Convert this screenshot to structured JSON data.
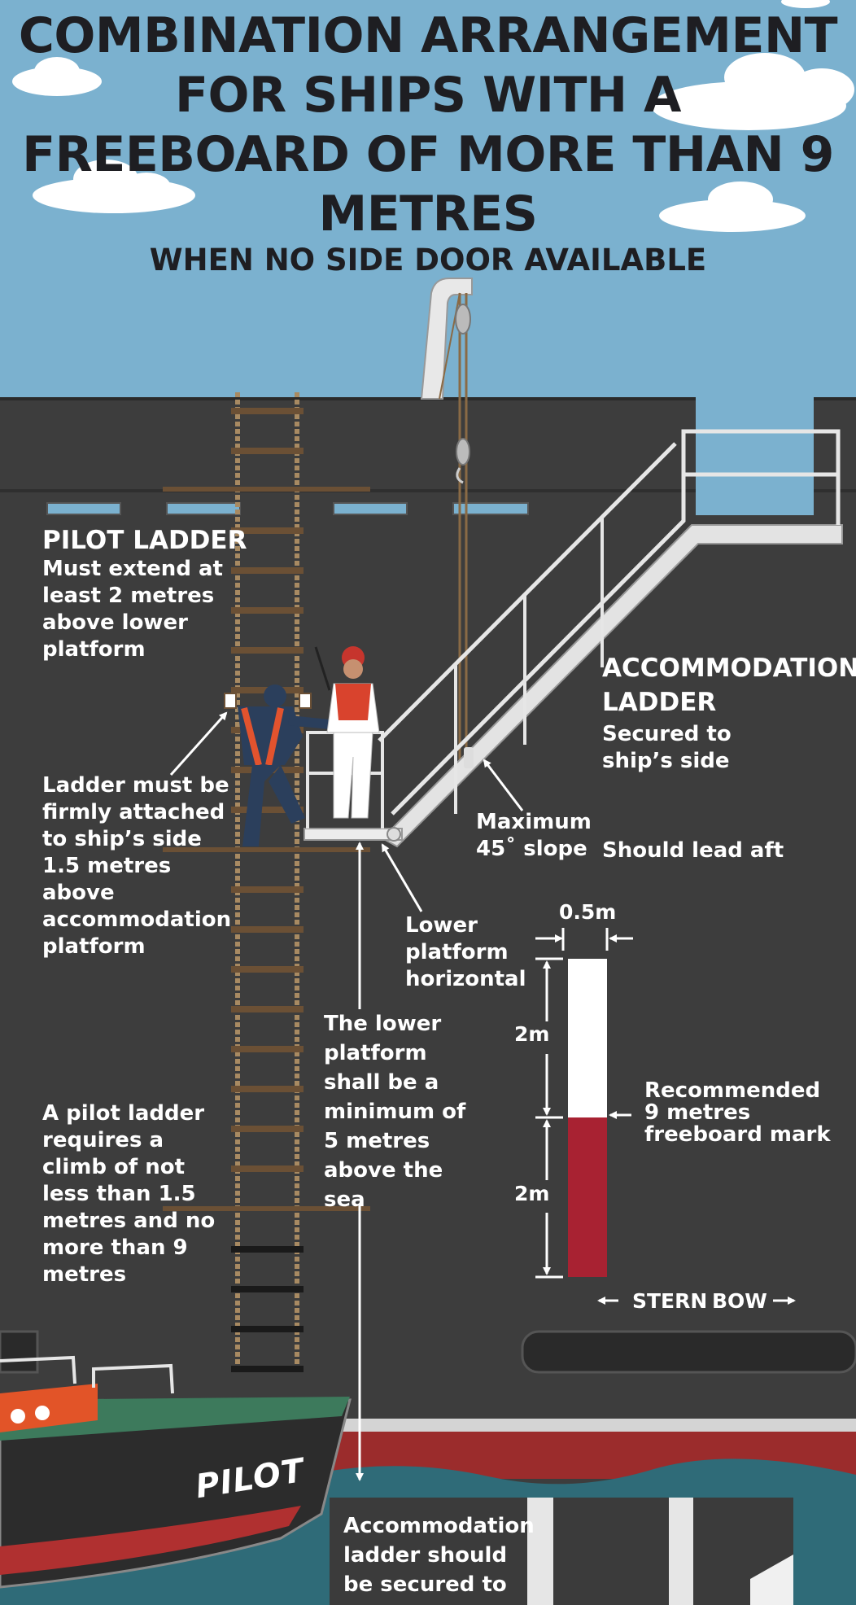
{
  "title": "COMBINATION ARRANGEMENT FOR SHIPS WITH A FREEBOARD OF MORE THAN 9 METRES",
  "subtitle": "WHEN NO SIDE DOOR AVAILABLE",
  "pilot_ladder": {
    "heading": "PILOT LADDER",
    "text": "Must extend at least 2 metres above lower platform"
  },
  "ladder_attached": "Ladder must be firmly attached to ship’s side 1.5 metres above accommodation platform",
  "pilot_climb": "A pilot ladder requires a climb of not less than 1.5 metres and no more than 9 metres",
  "accommodation_ladder": {
    "heading": "ACCOMMODATION LADDER",
    "text": "Secured to ship’s side"
  },
  "max_slope": "Maximum 45˚ slope",
  "lead_aft": "Should lead aft",
  "lower_platform": "Lower platform horizontal",
  "min_height": "The lower platform shall be a minimum of 5 metres above the sea",
  "freeboard_mark": {
    "width_label": "0.5m",
    "upper_label": "2m",
    "lower_label": "2m",
    "text": "Recommended 9 metres freeboard mark"
  },
  "direction": {
    "stern": "STERN",
    "bow": "BOW"
  },
  "bottom_note": "Accommodation ladder should be secured to",
  "boat_label": "PILOT",
  "colors": {
    "sky": "#7bb1cf",
    "hull": "#3d3d3d",
    "mark_red": "#a82232",
    "boot_topping": "#9b2c2c",
    "sea": "#2f6b78"
  }
}
